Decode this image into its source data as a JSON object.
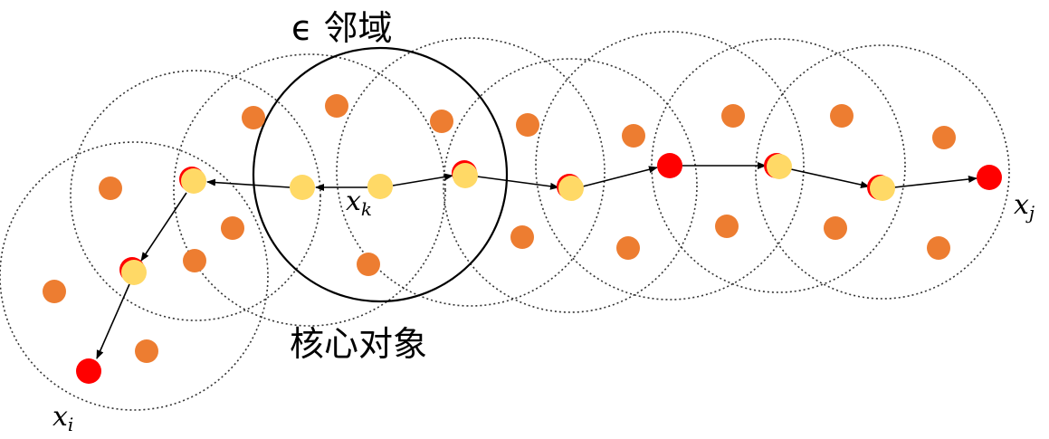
{
  "labels": {
    "neighborhood": "ϵ 邻域",
    "core_object": "核心对象",
    "x_i": {
      "base": "x",
      "sub": "i"
    },
    "x_j": {
      "base": "x",
      "sub": "j"
    },
    "x_k": {
      "base": "x",
      "sub": "k"
    }
  },
  "colors": {
    "background": "#ffffff",
    "noncore_point": "#ED7D31",
    "core_point": "#FFD966",
    "border_point": "#FF0000",
    "dotted_circle": "#333333",
    "solid_circle": "#000000",
    "arrow": "#000000"
  },
  "legend_semantics": {
    "orange": "neighbor points",
    "yellow": "core objects",
    "red": "density-reachable endpoints"
  }
}
